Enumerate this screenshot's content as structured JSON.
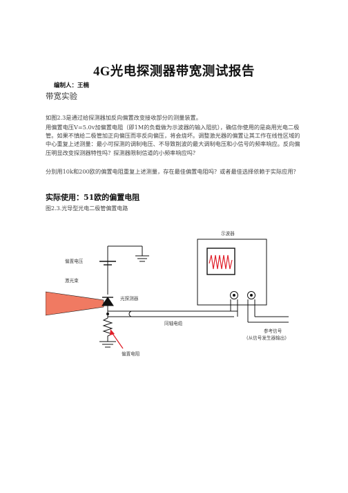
{
  "document": {
    "title": "4G光电探测器带宽测试报告",
    "author": "编制人：王楠",
    "section_heading": "带宽实验",
    "paragraphs": [
      "如图2.3是通过给探测器加反向偏置改变接收部分的测量装置。",
      "用偏置电压V=5.0v加偏置电阻（即1M的负载做为示波器的输入阻抗），确信你使用的是商用光电二极管。如果不慎给二极管加正向偏压而非反向偏压，将会烧坏。调整激光器的偏置让其工作在线性区域的中心重复上述测量：最小可探测的调制电压、不导致削波的最大调制电压和小信号的频率响应。反向偏压明显改变探测器特性吗？探测器限制信道的小频率响应吗？",
      "分别用10k和200欧的偏置电阻重复上述测量，存在最佳偏置电阻吗？或者最佳选择依赖于实际应用？"
    ],
    "subheading": "实际使用：51欧的偏置电阻",
    "figure_caption": "图2.3.光导型光电二极管偏置电路"
  },
  "circuit": {
    "oscilloscope_label": "示波器",
    "bias_voltage_label": "偏置电压",
    "laser_label": "激光束",
    "detector_label": "光探测器",
    "coax_label": "同轴电缆",
    "reference_label": "参考信号",
    "reference_sub_label": "(从信号发生器输出)",
    "bias_resistor_label": "偏置电阻",
    "colors": {
      "laser": "#f07a62",
      "arrow": "#e0202a",
      "waveform": "#e0202a"
    }
  }
}
